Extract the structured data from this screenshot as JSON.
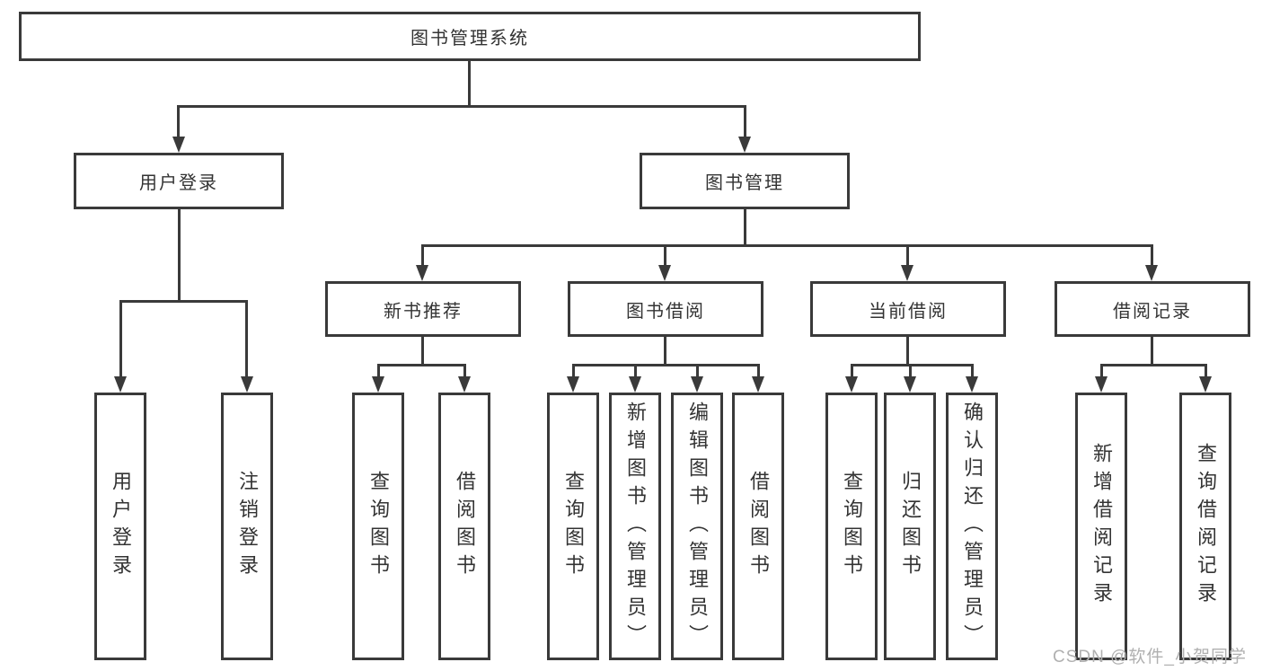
{
  "colors": {
    "line": "#3a3a3a",
    "text": "#333333",
    "bg": "#ffffff",
    "watermark": "#b0b0b0"
  },
  "tree": {
    "root": {
      "label": "图书管理系统"
    },
    "level2": [
      {
        "label": "用户登录",
        "children": [
          {
            "label": "用户登录"
          },
          {
            "label": "注销登录"
          }
        ]
      },
      {
        "label": "图书管理",
        "children": [
          {
            "label": "新书推荐",
            "children": [
              {
                "label": "查询图书"
              },
              {
                "label": "借阅图书"
              }
            ]
          },
          {
            "label": "图书借阅",
            "children": [
              {
                "label": "查询图书"
              },
              {
                "label": "新增图书（管理员）"
              },
              {
                "label": "编辑图书（管理员）"
              },
              {
                "label": "借阅图书"
              }
            ]
          },
          {
            "label": "当前借阅",
            "children": [
              {
                "label": "查询图书"
              },
              {
                "label": "归还图书"
              },
              {
                "label": "确认归还（管理员）"
              }
            ]
          },
          {
            "label": "借阅记录",
            "children": [
              {
                "label": "新增借阅记录"
              },
              {
                "label": "查询借阅记录"
              }
            ]
          }
        ]
      }
    ]
  },
  "watermark": {
    "text": "CSDN @软件_小贺同学"
  }
}
